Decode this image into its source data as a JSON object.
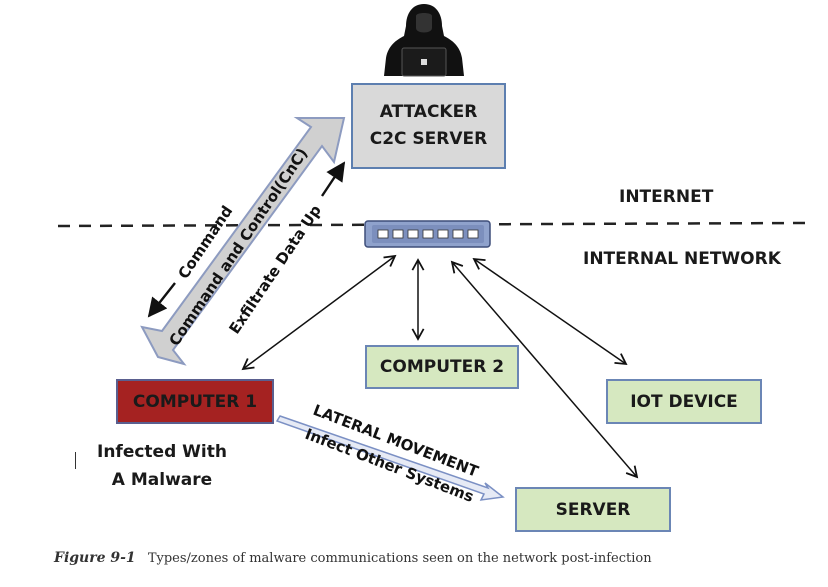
{
  "attacker": {
    "line1": "ATTACKER",
    "line2": "C2C SERVER"
  },
  "zones": {
    "internet": "INTERNET",
    "internal": "INTERNAL NETWORK"
  },
  "nodes": {
    "computer1": "COMPUTER 1",
    "computer2": "COMPUTER 2",
    "iot": "IOT DEVICE",
    "server": "SERVER"
  },
  "infected": {
    "line1": "Infected With",
    "line2": "A Malware"
  },
  "arrows": {
    "command": "Command",
    "cnc": "Command and Control(CnC)",
    "exfiltrate": "Exfiltrate Data Up",
    "lateral": "LATERAL MOVEMENT",
    "infect_other": "Infect Other Systems"
  },
  "caption": {
    "figure": "Figure 9-1",
    "text": "Types/zones of malware communications seen on the network post-infection"
  },
  "colors": {
    "attacker_fill": "#d9d9d9",
    "node_green": "#d6e8c0",
    "infected_red": "#a52221",
    "border_blue": "#5d7fb0"
  }
}
